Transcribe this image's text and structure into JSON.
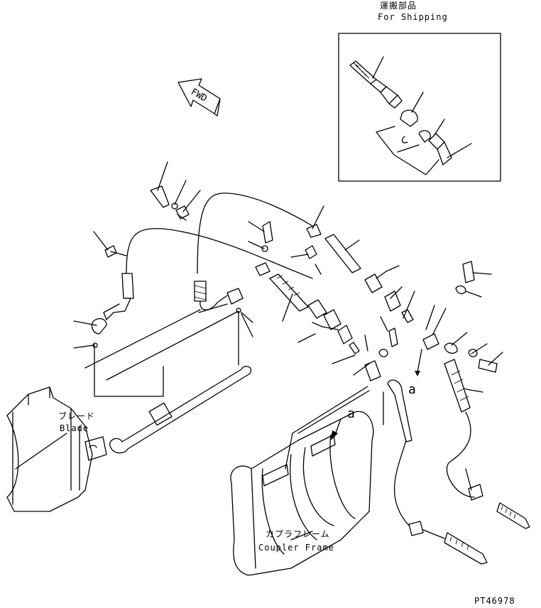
{
  "shipping_box": {
    "title_jp": "運搬部品",
    "title_en": "For Shipping"
  },
  "fwd_arrow": {
    "label": "FWD"
  },
  "blade": {
    "label_jp": "ブレード",
    "label_en": "Blade"
  },
  "coupler_frame": {
    "label_jp": "カプラフレーム",
    "label_en": "Coupler Frame"
  },
  "detail_marker": {
    "label": "a"
  },
  "drawing_id": {
    "label": "PT46978"
  }
}
